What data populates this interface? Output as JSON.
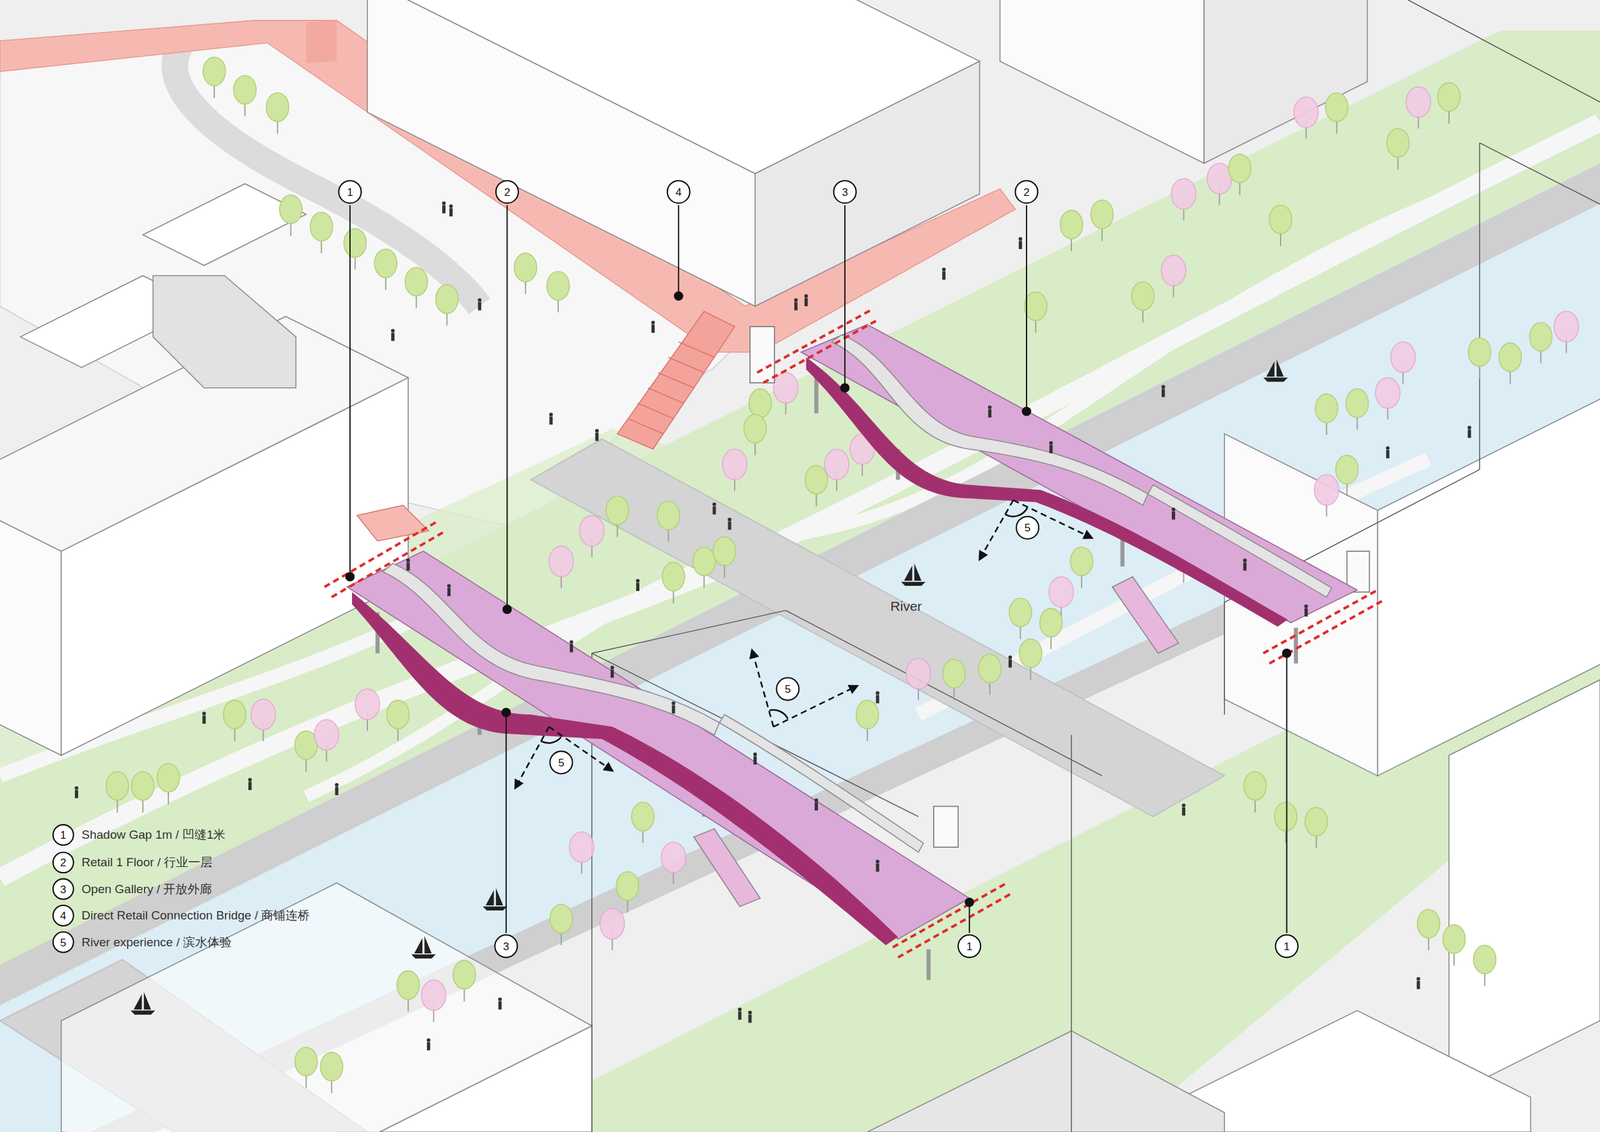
{
  "diagram": {
    "labels": [
      "1",
      "2",
      "4",
      "3",
      "2",
      "5",
      "River",
      "5",
      "5",
      "1",
      "2",
      "3",
      "4",
      "5",
      "3",
      "1",
      "1"
    ],
    "legend": [
      {
        "text": "Shadow Gap 1m / 凹缝1米"
      },
      {
        "text": "Retail 1 Floor / 行业一层"
      },
      {
        "text": "Open Gallery / 开放外廊"
      },
      {
        "text": "Direct Retail Connection Bridge / 商铺连桥"
      },
      {
        "text": "River experience / 滨水体验"
      }
    ]
  }
}
